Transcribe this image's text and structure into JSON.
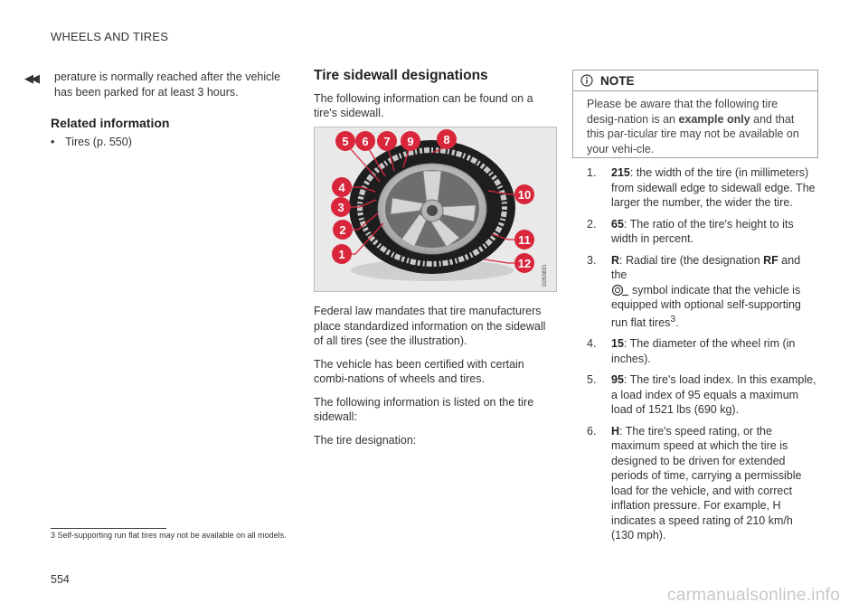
{
  "header": {
    "section": "WHEELS AND TIRES",
    "back_icon": "double-chevron-left-icon"
  },
  "col1": {
    "continued_text": "perature is normally reached after the vehicle has been parked for at least 3 hours.",
    "related_heading": "Related information",
    "bullet": "•",
    "related_items": [
      "Tires (p. 550)"
    ]
  },
  "col2": {
    "heading": "Tire sidewall designations",
    "intro": "The following information can be found on a tire's sidewall.",
    "figure": {
      "code": "G053831",
      "callouts": [
        "1",
        "2",
        "3",
        "4",
        "5",
        "6",
        "7",
        "8",
        "9",
        "10",
        "11",
        "12"
      ]
    },
    "paragraphs": [
      "Federal law mandates that tire manufacturers place standardized information on the sidewall of all tires (see the illustration).",
      "The vehicle has been certified with certain combi-nations of wheels and tires.",
      "The following information is listed on the tire sidewall:",
      "The tire designation:"
    ]
  },
  "note": {
    "icon": "info-icon",
    "title": "NOTE",
    "text_before": "Please be aware that the following tire desig-nation is an ",
    "text_bold": "example only",
    "text_after": " and that this par-ticular tire may not be available on your vehi-cle."
  },
  "list": [
    {
      "num": "1.",
      "term": "215",
      "text": ": the width of the tire (in millimeters) from sidewall edge to sidewall edge. The larger the number, the wider the tire."
    },
    {
      "num": "2.",
      "term": "65",
      "text": ": The ratio of the tire's height to its width in percent."
    },
    {
      "num": "3.",
      "term": "R",
      "text": ": Radial tire (the designation ",
      "term2": "RF",
      "text2": " and the",
      "text3": "symbol indicate that the vehicle is equipped with optional self-supporting run flat tires",
      "sup": "3",
      "text4": "."
    },
    {
      "num": "4.",
      "term": "15",
      "text": ": The diameter of the wheel rim (in inches)."
    },
    {
      "num": "5.",
      "term": "95",
      "text": ": The tire's load index. In this example, a load index of 95 equals a maximum load of 1521 lbs (690 kg)."
    },
    {
      "num": "6.",
      "term": "H",
      "text": ": The tire's speed rating, or the maximum speed at which the tire is designed to be driven for extended periods of time, carrying a permissible load for the vehicle, and with correct inflation pressure. For example, H indicates a speed rating of 210 km/h (130 mph)."
    }
  ],
  "footnote": {
    "mark": "3",
    "text": "Self-supporting run flat tires may not be available on all models."
  },
  "page_number": "554",
  "watermark": "carmanualsonline.info",
  "colors": {
    "callout_red": "#d9263b",
    "figure_bg": "#e9e9e9",
    "tire_dark": "#1e1e1e",
    "rim_silver": "#c8c8c8"
  }
}
